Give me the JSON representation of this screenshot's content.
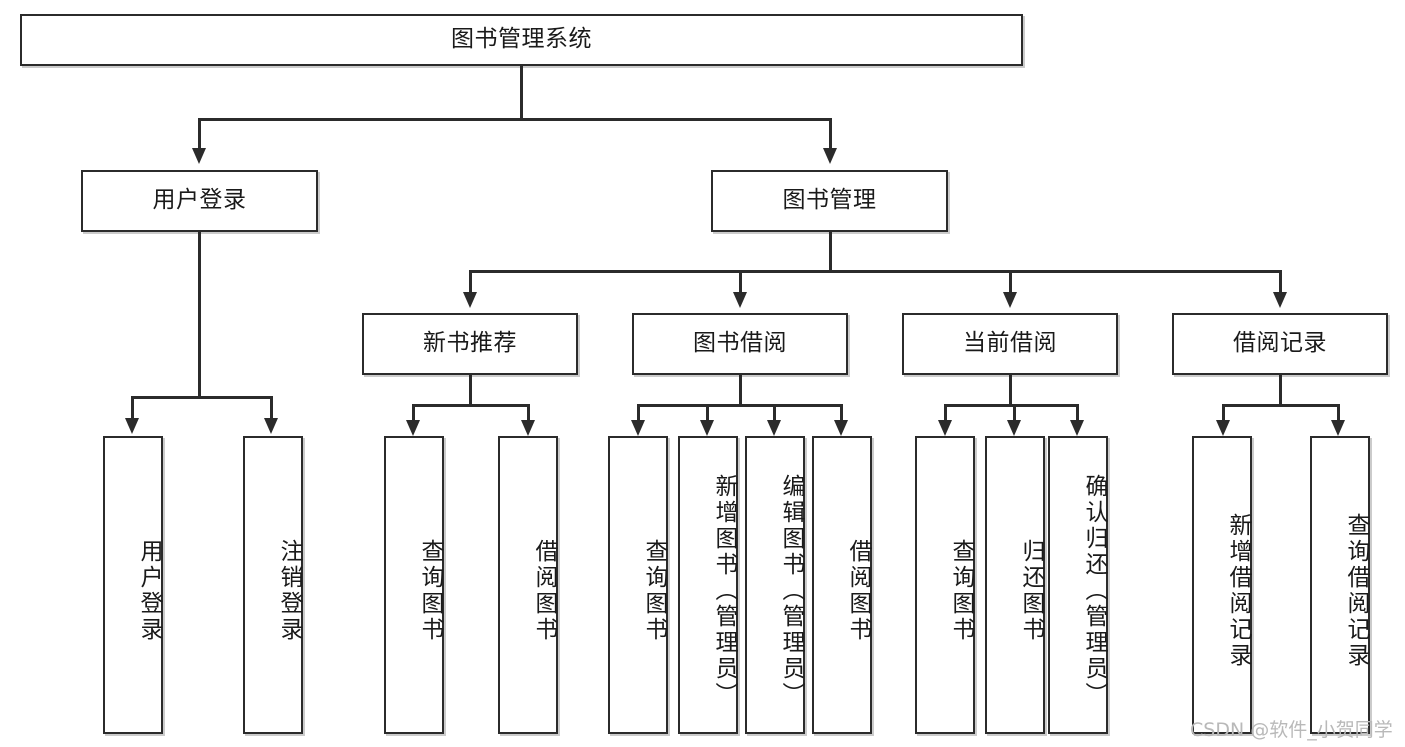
{
  "diagram": {
    "title": "图书管理系统",
    "type": "tree",
    "root": {
      "id": "root",
      "label": "图书管理系统",
      "orientation": "horizontal"
    },
    "level2": [
      {
        "id": "user-login",
        "label": "用户登录",
        "orientation": "horizontal"
      },
      {
        "id": "book-management",
        "label": "图书管理",
        "orientation": "horizontal"
      }
    ],
    "level3": [
      {
        "id": "new-book-recommend",
        "label": "新书推荐",
        "orientation": "horizontal",
        "parent": "book-management"
      },
      {
        "id": "book-borrow",
        "label": "图书借阅",
        "orientation": "horizontal",
        "parent": "book-management"
      },
      {
        "id": "current-borrow",
        "label": "当前借阅",
        "orientation": "horizontal",
        "parent": "book-management"
      },
      {
        "id": "borrow-record",
        "label": "借阅记录",
        "orientation": "horizontal",
        "parent": "book-management"
      }
    ],
    "leaves": [
      {
        "id": "leaf-user-login",
        "label": "用户登录",
        "parent": "user-login"
      },
      {
        "id": "leaf-user-logout",
        "label": "注销登录",
        "parent": "user-login"
      },
      {
        "id": "leaf-query-book-1",
        "label": "查询图书",
        "parent": "new-book-recommend"
      },
      {
        "id": "leaf-borrow-book-1",
        "label": "借阅图书",
        "parent": "new-book-recommend"
      },
      {
        "id": "leaf-query-book-2",
        "label": "查询图书",
        "parent": "book-borrow"
      },
      {
        "id": "leaf-add-book",
        "label": "新增图书（管理员）",
        "parent": "book-borrow"
      },
      {
        "id": "leaf-edit-book",
        "label": "编辑图书（管理员）",
        "parent": "book-borrow"
      },
      {
        "id": "leaf-borrow-book-2",
        "label": "借阅图书",
        "parent": "book-borrow"
      },
      {
        "id": "leaf-query-book-3",
        "label": "查询图书",
        "parent": "current-borrow"
      },
      {
        "id": "leaf-return-book",
        "label": "归还图书",
        "parent": "current-borrow"
      },
      {
        "id": "leaf-confirm-return",
        "label": "确认归还（管理员）",
        "parent": "current-borrow"
      },
      {
        "id": "leaf-add-record",
        "label": "新增借阅记录",
        "parent": "borrow-record"
      },
      {
        "id": "leaf-query-record",
        "label": "查询借阅记录",
        "parent": "borrow-record"
      }
    ]
  },
  "watermark": {
    "text": "CSDN @软件_小贺同学"
  },
  "colors": {
    "stroke": "#2b2b2b",
    "fill": "#ffffff",
    "text": "#1a1a1a",
    "watermark": "#b9b9b9"
  }
}
